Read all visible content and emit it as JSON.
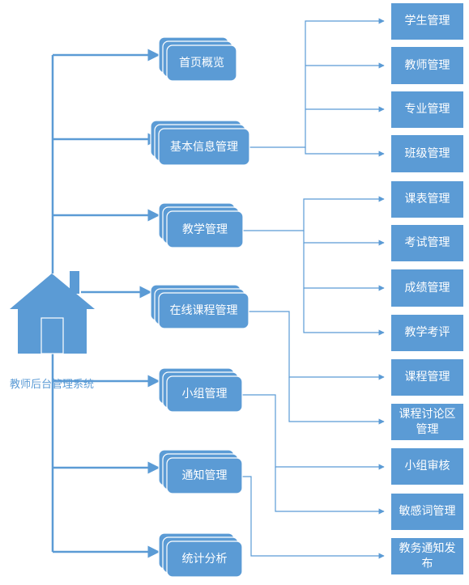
{
  "diagram": {
    "root": {
      "label": "教师后台管理系统",
      "icon": "house-icon"
    },
    "modules": [
      {
        "id": "home",
        "label": "首页概览",
        "children": []
      },
      {
        "id": "basic-info",
        "label": "基本信息管理",
        "children": [
          "学生管理",
          "教师管理",
          "专业管理",
          "班级管理"
        ]
      },
      {
        "id": "teaching",
        "label": "教学管理",
        "children": [
          "课表管理",
          "考试管理",
          "成绩管理",
          "教学考评"
        ]
      },
      {
        "id": "online-course",
        "label": "在线课程管理",
        "children": [
          "课程管理",
          "课程讨论区管理"
        ]
      },
      {
        "id": "group",
        "label": "小组管理",
        "children": [
          "小组审核",
          "敏感词管理"
        ]
      },
      {
        "id": "notice",
        "label": "通知管理",
        "children": [
          "教务通知发布"
        ]
      },
      {
        "id": "stats",
        "label": "统计分析",
        "children": []
      }
    ],
    "colors": {
      "box": "#5b9bd5",
      "box_border": "#ffffff",
      "line": "#5b9bd5",
      "text": "#ffffff"
    }
  }
}
